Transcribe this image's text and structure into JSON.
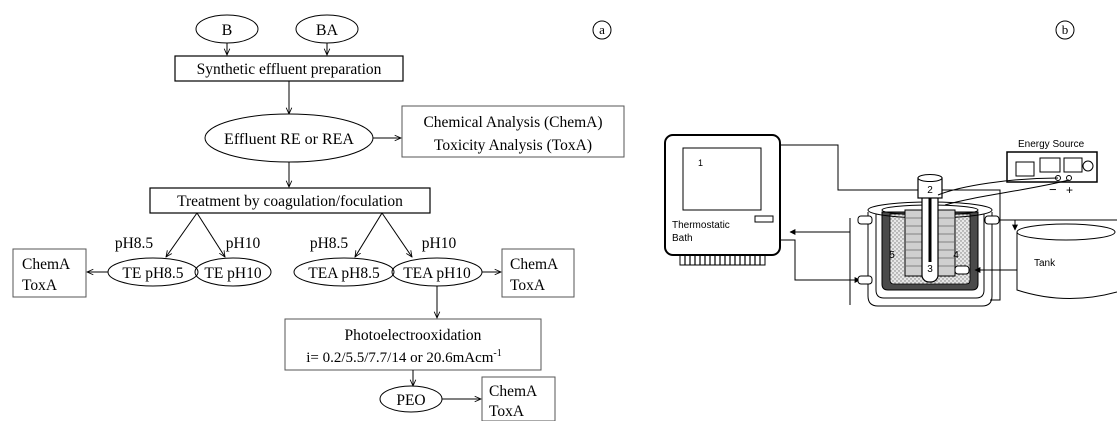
{
  "panel_a": {
    "label": "a",
    "nodes": {
      "b": "B",
      "ba": "BA",
      "synthetic": "Synthetic effluent preparation",
      "effluent": "Effluent RE or REA",
      "chem_line1": "Chemical Analysis (ChemA)",
      "chem_line2": "Toxicity Analysis (ToxA)",
      "treatment": "Treatment by coagulation/foculation",
      "ph85_left": "pH8.5",
      "ph10_left": "pH10",
      "ph85_right": "pH8.5",
      "ph10_right": "pH10",
      "te85": "TE pH8.5",
      "te10": "TE pH10",
      "tea85": "TEA pH8.5",
      "tea10": "TEA pH10",
      "chema": "ChemA",
      "toxa": "ToxA",
      "peo_title": "Photoelectrooxidation",
      "peo_current": "i= 0.2/5.5/7.7/14 or 20.6mAcm",
      "peo_sup": "-1",
      "peo": "PEO"
    }
  },
  "panel_b": {
    "label": "b",
    "energy_source": "Energy Source",
    "thermo_line1": "Thermostatic",
    "thermo_line2": "Bath",
    "tank": "Tank",
    "numbers": [
      "1",
      "2",
      "3",
      "4",
      "5"
    ],
    "minus": "−",
    "plus": "+"
  }
}
